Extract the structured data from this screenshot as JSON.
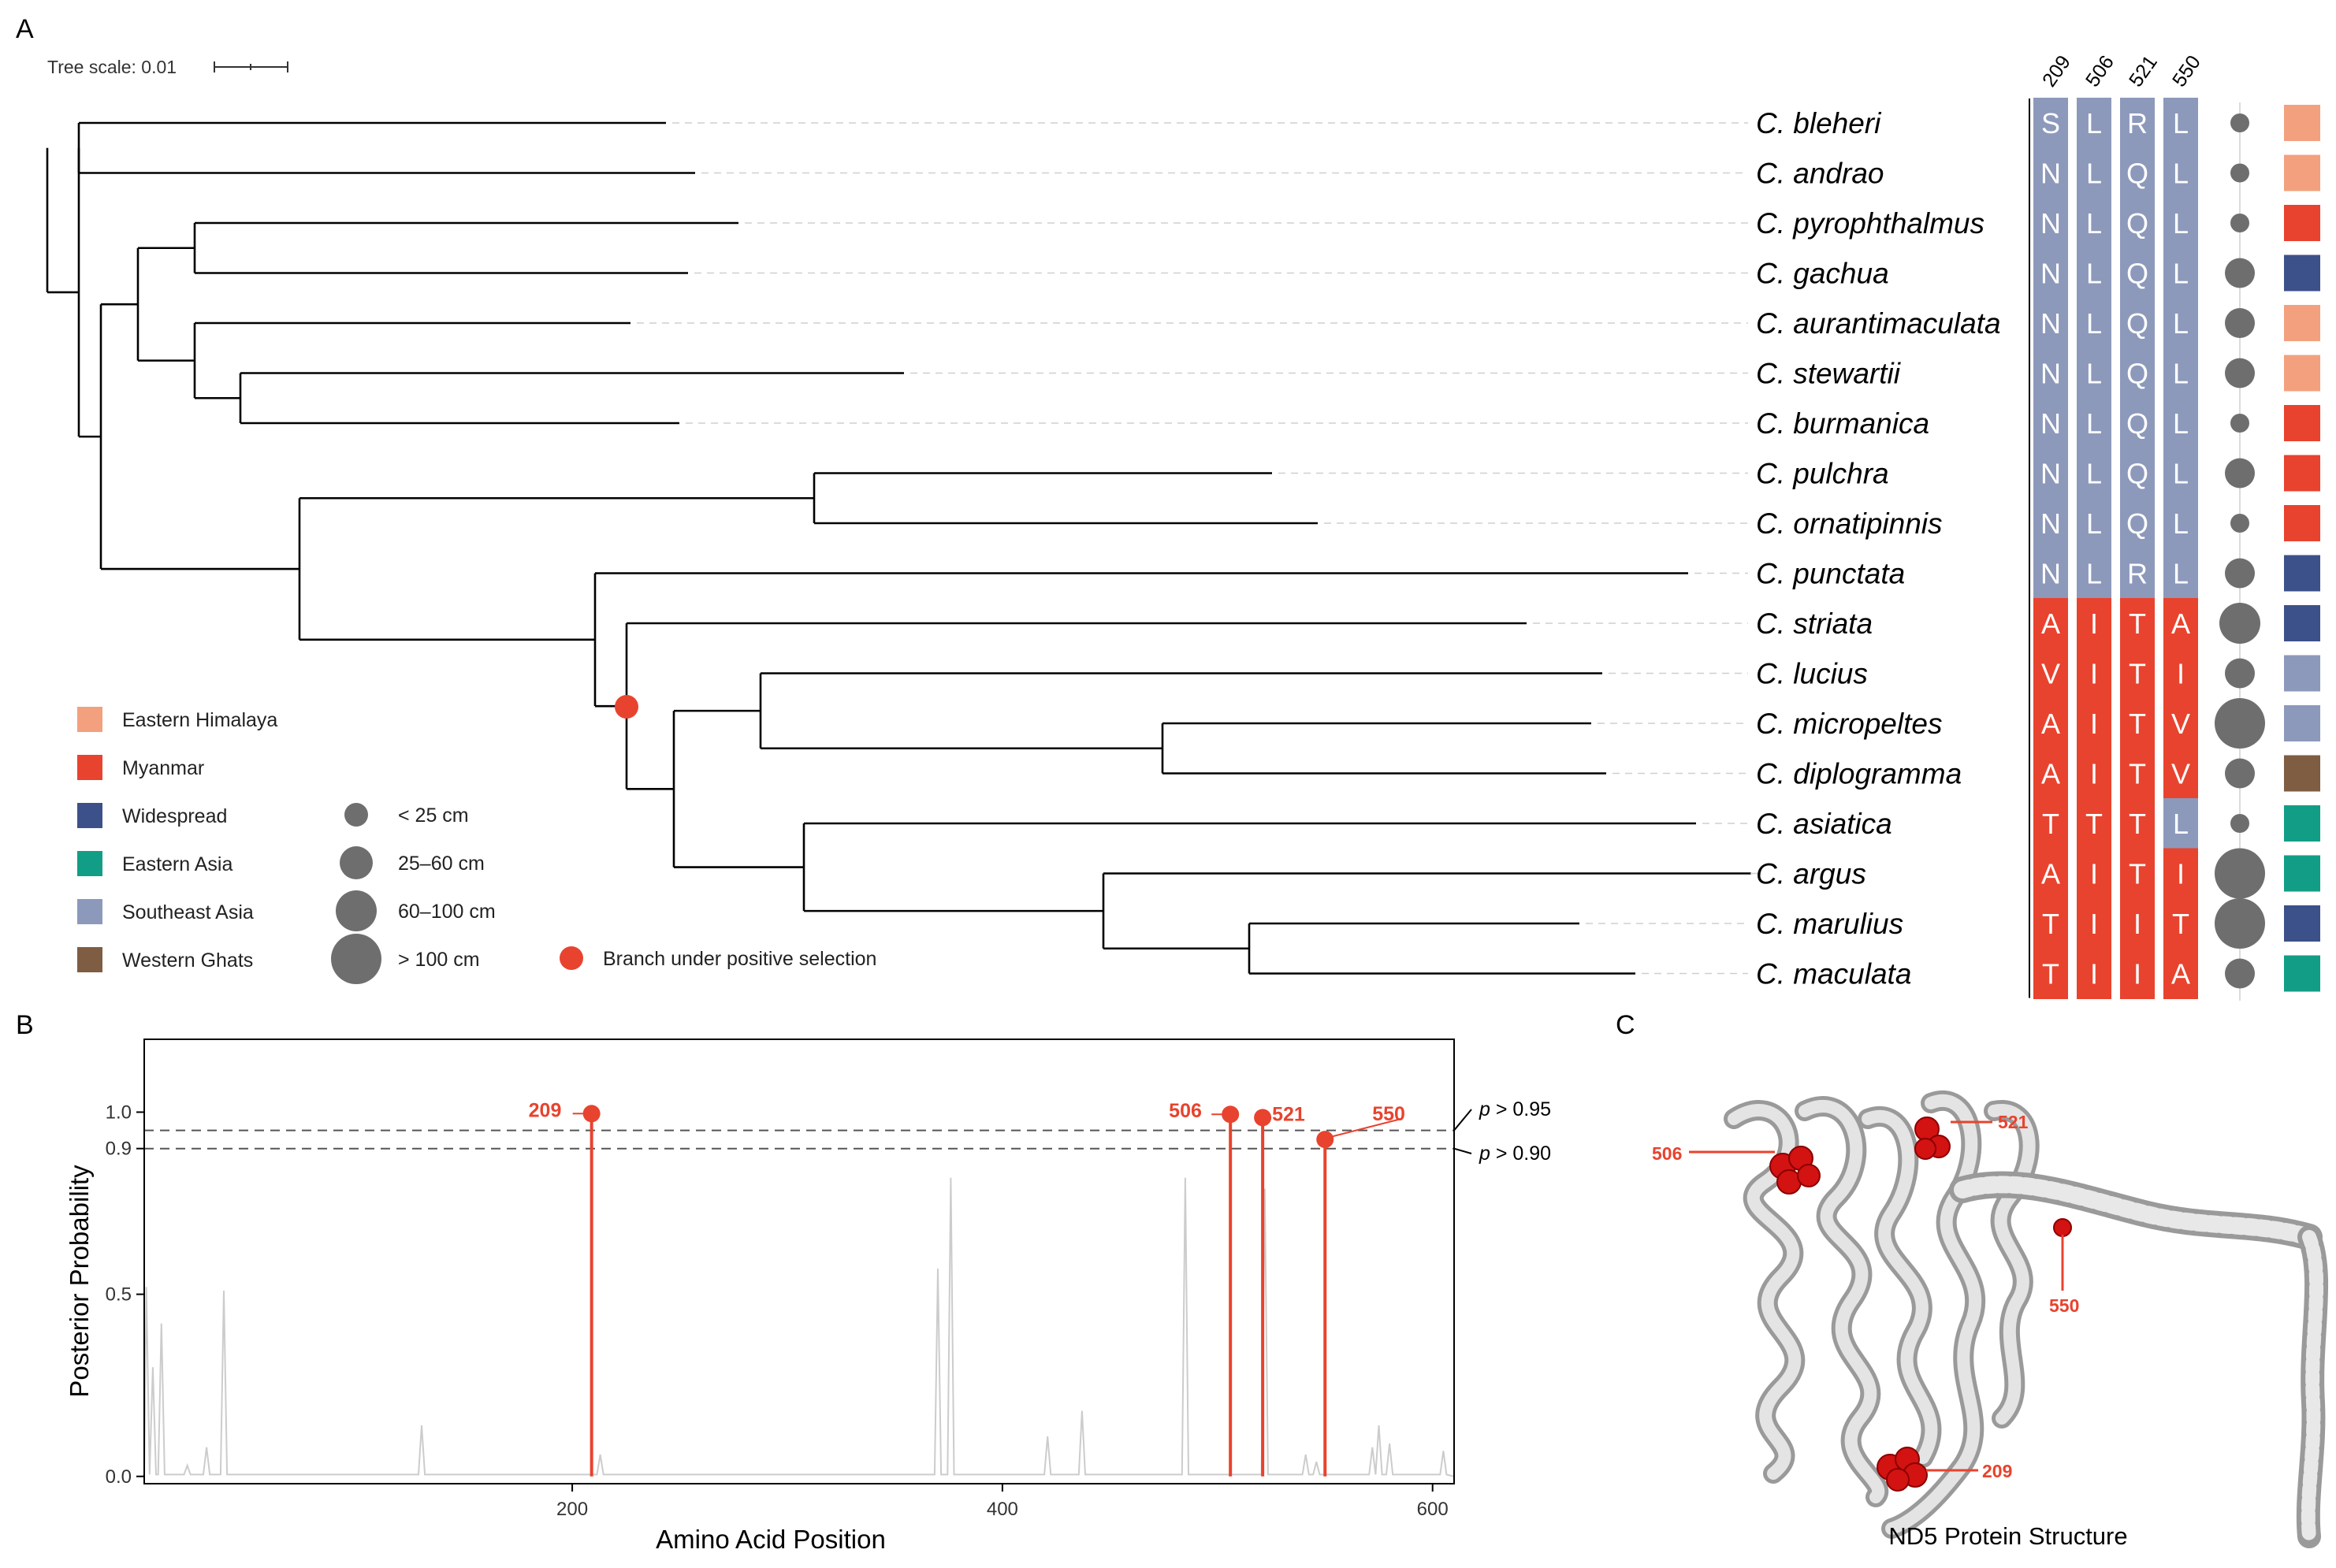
{
  "panels": {
    "a": "A",
    "b": "B",
    "c": "C"
  },
  "tree_scale_label": "Tree scale: 0.01",
  "site_headers": [
    "209",
    "506",
    "521",
    "550"
  ],
  "species": [
    {
      "name": "C. bleheri",
      "residues": [
        "S",
        "L",
        "R",
        "L"
      ],
      "size": "small",
      "region": "Eastern Himalaya"
    },
    {
      "name": "C. andrao",
      "residues": [
        "N",
        "L",
        "Q",
        "L"
      ],
      "size": "small",
      "region": "Eastern Himalaya"
    },
    {
      "name": "C. pyrophthalmus",
      "residues": [
        "N",
        "L",
        "Q",
        "L"
      ],
      "size": "small",
      "region": "Myanmar"
    },
    {
      "name": "C. gachua",
      "residues": [
        "N",
        "L",
        "Q",
        "L"
      ],
      "size": "medium",
      "region": "Widespread"
    },
    {
      "name": "C. aurantimaculata",
      "residues": [
        "N",
        "L",
        "Q",
        "L"
      ],
      "size": "medium",
      "region": "Eastern Himalaya"
    },
    {
      "name": "C. stewartii",
      "residues": [
        "N",
        "L",
        "Q",
        "L"
      ],
      "size": "medium",
      "region": "Eastern Himalaya"
    },
    {
      "name": "C. burmanica",
      "residues": [
        "N",
        "L",
        "Q",
        "L"
      ],
      "size": "small",
      "region": "Myanmar"
    },
    {
      "name": "C. pulchra",
      "residues": [
        "N",
        "L",
        "Q",
        "L"
      ],
      "size": "medium",
      "region": "Myanmar"
    },
    {
      "name": "C. ornatipinnis",
      "residues": [
        "N",
        "L",
        "Q",
        "L"
      ],
      "size": "small",
      "region": "Myanmar"
    },
    {
      "name": "C. punctata",
      "residues": [
        "N",
        "L",
        "R",
        "L"
      ],
      "size": "medium",
      "region": "Widespread"
    },
    {
      "name": "C. striata",
      "residues": [
        "A",
        "I",
        "T",
        "A"
      ],
      "size": "large",
      "region": "Widespread"
    },
    {
      "name": "C. lucius",
      "residues": [
        "V",
        "I",
        "T",
        "I"
      ],
      "size": "medium",
      "region": "Southeast Asia"
    },
    {
      "name": "C. micropeltes",
      "residues": [
        "A",
        "I",
        "T",
        "V"
      ],
      "size": "xlarge",
      "region": "Southeast Asia"
    },
    {
      "name": "C. diplogramma",
      "residues": [
        "A",
        "I",
        "T",
        "V"
      ],
      "size": "medium",
      "region": "Western Ghats"
    },
    {
      "name": "C. asiatica",
      "residues": [
        "T",
        "T",
        "T",
        "L"
      ],
      "size": "small",
      "region": "Eastern Asia"
    },
    {
      "name": "C. argus",
      "residues": [
        "A",
        "I",
        "T",
        "I"
      ],
      "size": "xlarge",
      "region": "Eastern Asia"
    },
    {
      "name": "C. marulius",
      "residues": [
        "T",
        "I",
        "I",
        "T"
      ],
      "size": "xlarge",
      "region": "Widespread"
    },
    {
      "name": "C. maculata",
      "residues": [
        "T",
        "I",
        "I",
        "A"
      ],
      "size": "medium",
      "region": "Eastern Asia"
    }
  ],
  "colors": {
    "ancestral": "#8d99bb",
    "derived": "#e8432e",
    "regions": {
      "Eastern Himalaya": "#f3a07f",
      "Myanmar": "#e8432e",
      "Widespread": "#3c5189",
      "Eastern Asia": "#129e86",
      "Southeast Asia": "#8d99bb",
      "Western Ghats": "#7e5d43"
    },
    "size_dot": "#6e6e6e",
    "selection": "#e8432e"
  },
  "region_legend": [
    "Eastern Himalaya",
    "Myanmar",
    "Widespread",
    "Eastern Asia",
    "Southeast Asia",
    "Western Ghats"
  ],
  "size_legend": [
    "< 25 cm",
    "25–60 cm",
    "60–100 cm",
    "> 100 cm"
  ],
  "selection_legend": "Branch under positive selection",
  "chart_data": {
    "type": "line",
    "xlabel": "Amino Acid Position",
    "ylabel": "Posterior Probability",
    "xlim": [
      1,
      610
    ],
    "ylim": [
      -0.02,
      1.2
    ],
    "x_ticks": [
      200,
      400,
      600
    ],
    "y_ticks": [
      0.0,
      0.5,
      0.9,
      1.0
    ],
    "y_tick_labels": [
      "0.0",
      "0.5",
      "0.9",
      "1.0"
    ],
    "thresholds": [
      {
        "value": 0.95,
        "label_italic": "p",
        "label_rest": " > 0.95"
      },
      {
        "value": 0.9,
        "label_italic": "p",
        "label_rest": " > 0.90"
      }
    ],
    "background_peaks": [
      {
        "x": 2,
        "y": 0.52
      },
      {
        "x": 5,
        "y": 0.3
      },
      {
        "x": 9,
        "y": 0.42
      },
      {
        "x": 21,
        "y": 0.03
      },
      {
        "x": 30,
        "y": 0.08
      },
      {
        "x": 38,
        "y": 0.51
      },
      {
        "x": 130,
        "y": 0.14
      },
      {
        "x": 213,
        "y": 0.06
      },
      {
        "x": 370,
        "y": 0.57
      },
      {
        "x": 376,
        "y": 0.82
      },
      {
        "x": 421,
        "y": 0.11
      },
      {
        "x": 437,
        "y": 0.18
      },
      {
        "x": 485,
        "y": 0.82
      },
      {
        "x": 522,
        "y": 0.79
      },
      {
        "x": 541,
        "y": 0.06
      },
      {
        "x": 546,
        "y": 0.04
      },
      {
        "x": 572,
        "y": 0.08
      },
      {
        "x": 575,
        "y": 0.14
      },
      {
        "x": 580,
        "y": 0.09
      },
      {
        "x": 605,
        "y": 0.07
      }
    ],
    "sites": [
      {
        "position": 209,
        "probability": 0.996,
        "label": "209"
      },
      {
        "position": 506,
        "probability": 0.994,
        "label": "506"
      },
      {
        "position": 521,
        "probability": 0.985,
        "label": "521"
      },
      {
        "position": 550,
        "probability": 0.925,
        "label": "550"
      }
    ]
  },
  "structure": {
    "title": "ND5 Protein Structure",
    "labels": [
      "506",
      "521",
      "550",
      "209"
    ]
  }
}
